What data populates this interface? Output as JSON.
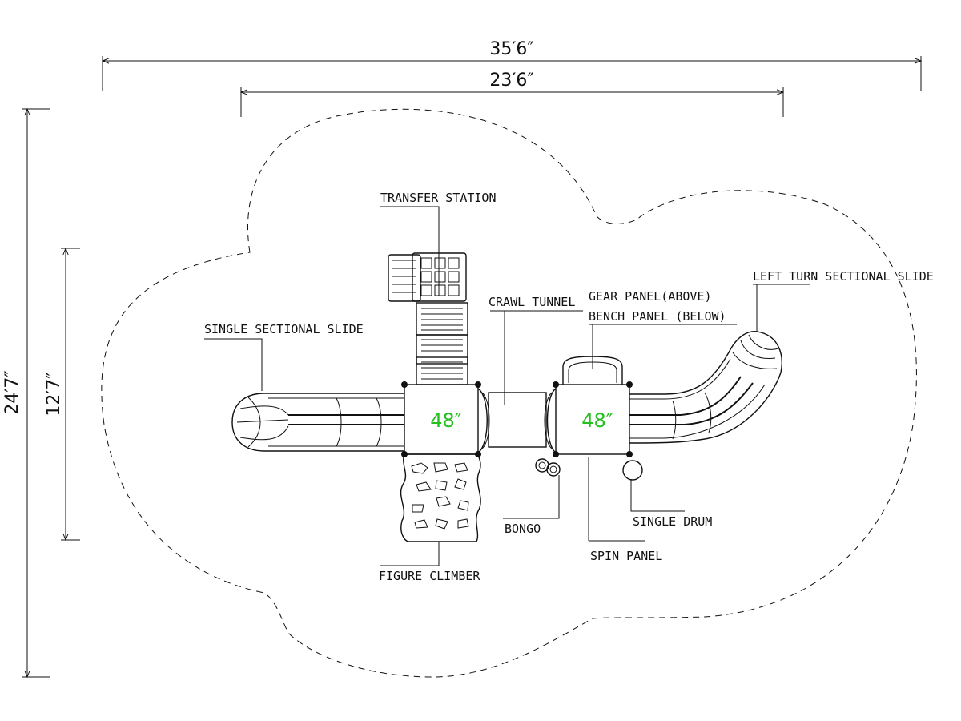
{
  "dimensions": {
    "overall_width": "35′6″",
    "structure_width": "23′6″",
    "overall_depth": "24′7″",
    "structure_depth": "12′7″"
  },
  "decks": [
    {
      "height": "48″"
    },
    {
      "height": "48″"
    }
  ],
  "labels": {
    "transfer_station": "TRANSFER STATION",
    "crawl_tunnel": "CRAWL TUNNEL",
    "gear_panel": "GEAR PANEL(ABOVE)",
    "bench_panel": "BENCH PANEL (BELOW)",
    "left_turn_slide": "LEFT TURN SECTIONAL SLIDE",
    "single_slide": "SINGLE SECTIONAL SLIDE",
    "bongo": "BONGO",
    "single_drum": "SINGLE DRUM",
    "spin_panel": "SPIN PANEL",
    "figure_climber": "FIGURE CLIMBER"
  }
}
